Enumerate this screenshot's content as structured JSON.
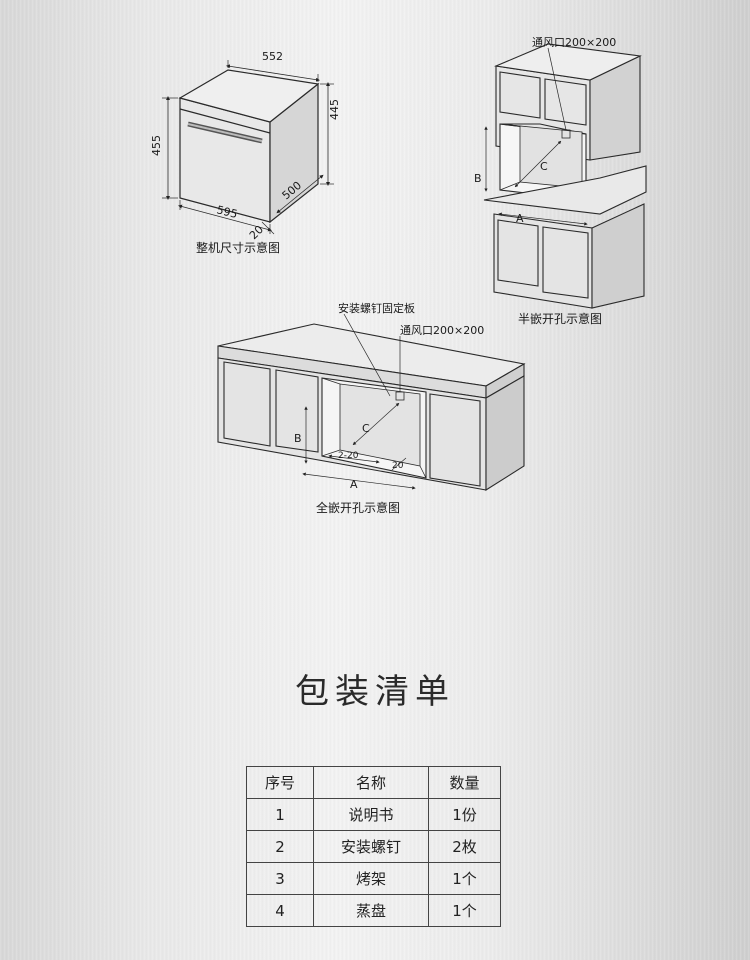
{
  "diagrams": {
    "oven": {
      "caption": "整机尺寸示意图",
      "dims": {
        "width_top": "552",
        "height_right": "445",
        "height_left": "455",
        "depth": "500",
        "width_front": "595",
        "offset": "20"
      }
    },
    "half_embed": {
      "caption": "半嵌开孔示意图",
      "vent": "通风口200×200",
      "dims": {
        "a": "A",
        "b": "B",
        "c": "C"
      }
    },
    "full_embed": {
      "caption": "全嵌开孔示意图",
      "vent": "通风口200×200",
      "plate": "安装螺钉固定板",
      "dims": {
        "a": "A",
        "b": "B",
        "c": "C",
        "gap": "2-20",
        "offset": "20"
      }
    }
  },
  "packing": {
    "title": "包装清单",
    "headers": [
      "序号",
      "名称",
      "数量"
    ],
    "rows": [
      {
        "no": "1",
        "name": "说明书",
        "qty": "1份"
      },
      {
        "no": "2",
        "name": "安装螺钉",
        "qty": "2枚"
      },
      {
        "no": "3",
        "name": "烤架",
        "qty": "1个"
      },
      {
        "no": "4",
        "name": "蒸盘",
        "qty": "1个"
      }
    ]
  }
}
